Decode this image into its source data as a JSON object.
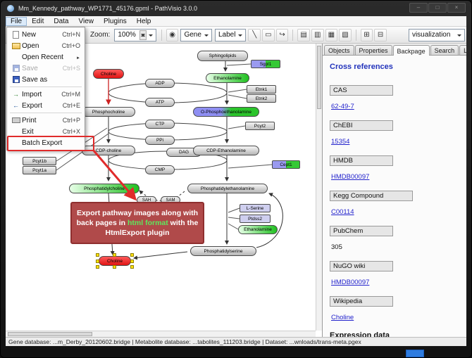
{
  "window": {
    "title": "Mm_Kennedy_pathway_WP1771_45176.gpml - PathVisio 3.0.0"
  },
  "menubar": {
    "items": [
      "File",
      "Edit",
      "Data",
      "View",
      "Plugins",
      "Help"
    ]
  },
  "file_menu": {
    "items": [
      {
        "label": "New",
        "shortcut": "Ctrl+N"
      },
      {
        "label": "Open",
        "shortcut": "Ctrl+O"
      },
      {
        "label": "Open Recent",
        "shortcut": ""
      },
      {
        "label": "Save",
        "shortcut": "Ctrl+S"
      },
      {
        "label": "Save as",
        "shortcut": ""
      },
      {
        "label": "Import",
        "shortcut": "Ctrl+M"
      },
      {
        "label": "Export",
        "shortcut": "Ctrl+E"
      },
      {
        "label": "Print",
        "shortcut": "Ctrl+P"
      },
      {
        "label": "Exit",
        "shortcut": "Ctrl+X"
      },
      {
        "label": "Batch Export",
        "shortcut": ""
      }
    ]
  },
  "toolbar": {
    "zoom_label": "Zoom:",
    "zoom_value": "100%",
    "gene_label": "Gene",
    "label_label": "Label",
    "visualization_label": "visualization",
    "icons": [
      "zoom-fit-icon",
      "line-tool-icon",
      "shape-tool-icon",
      "connector-tool-icon",
      "align-left-icon",
      "align-center-icon",
      "distribute-horizontal-icon",
      "distribute-vertical-icon",
      "group-icon",
      "ungroup-icon"
    ]
  },
  "annotation": {
    "callout_before": "Export pathway images along with back pages in ",
    "callout_highlight": "html format",
    "callout_after": " with the HtmlExport plugin",
    "highlight_color": "#5ee85e",
    "box_color": "#b04a4a",
    "arrow_color": "#e02b2b"
  },
  "sidebar": {
    "tabs": [
      "Objects",
      "Properties",
      "Backpage",
      "Search",
      "Legend"
    ],
    "active_tab": "Backpage",
    "heading": "Cross references",
    "references": [
      {
        "source": "CAS",
        "id": "62-49-7"
      },
      {
        "source": "ChEBI",
        "id": "15354"
      },
      {
        "source": "HMDB",
        "id": "HMDB00097"
      },
      {
        "source": "Kegg Compound",
        "id": "C00114"
      },
      {
        "source": "PubChem",
        "id": "305"
      },
      {
        "source": "NuGO wiki",
        "id": "HMDB00097"
      },
      {
        "source": "Wikipedia",
        "id": "Choline"
      }
    ],
    "footer_heading": "Expression data"
  },
  "statusbar": {
    "text": "Gene database: ...m_Derby_20120602.bridge | Metabolite database: ...tabolites_111203.bridge | Dataset: ...wnloads/trans-meta.pgex"
  },
  "pathway": {
    "nodes": {
      "sphingolipids": {
        "label": "Sphingolipids"
      },
      "sgpl1": {
        "label": "Sgpl1"
      },
      "choline_top": {
        "label": "Choline"
      },
      "ethanolamine_top": {
        "label": "Ethanolamine"
      },
      "adp": {
        "label": "ADP"
      },
      "etnk1": {
        "label": "Etnk1"
      },
      "etnk2": {
        "label": "Etnk2"
      },
      "atp": {
        "label": "ATP"
      },
      "phosphocholine": {
        "label": "Phosphocholine"
      },
      "o_phosphoethanolamine": {
        "label": "O-Phosphoethanolamine"
      },
      "ctp": {
        "label": "CTP"
      },
      "pcyt2": {
        "label": "Pcyt2"
      },
      "ppi": {
        "label": "PPi"
      },
      "cdp_choline": {
        "label": "CDP-choline"
      },
      "dag": {
        "label": "DAG"
      },
      "cdp_ethanolamine": {
        "label": "CDP-Ethanolamine"
      },
      "cept1": {
        "label": "Cept1"
      },
      "cmp": {
        "label": "CMP"
      },
      "pcyt1b": {
        "label": "Pcyt1b"
      },
      "pcyt1a": {
        "label": "Pcyt1a"
      },
      "phosphatidylcholine": {
        "label": "Phosphatidylcholine"
      },
      "phosphatidylethanolamine": {
        "label": "Phosphatidylethanolamine"
      },
      "sah": {
        "label": "SAH"
      },
      "sam": {
        "label": "SAM"
      },
      "l_serine": {
        "label": "L-Serine"
      },
      "ptdss2": {
        "label": "Ptdss2"
      },
      "ethanolamine_b": {
        "label": "Ethanolamine"
      },
      "phosphatidylserine": {
        "label": "Phosphatidylserine"
      },
      "choline_sel": {
        "label": "Choline"
      }
    }
  }
}
